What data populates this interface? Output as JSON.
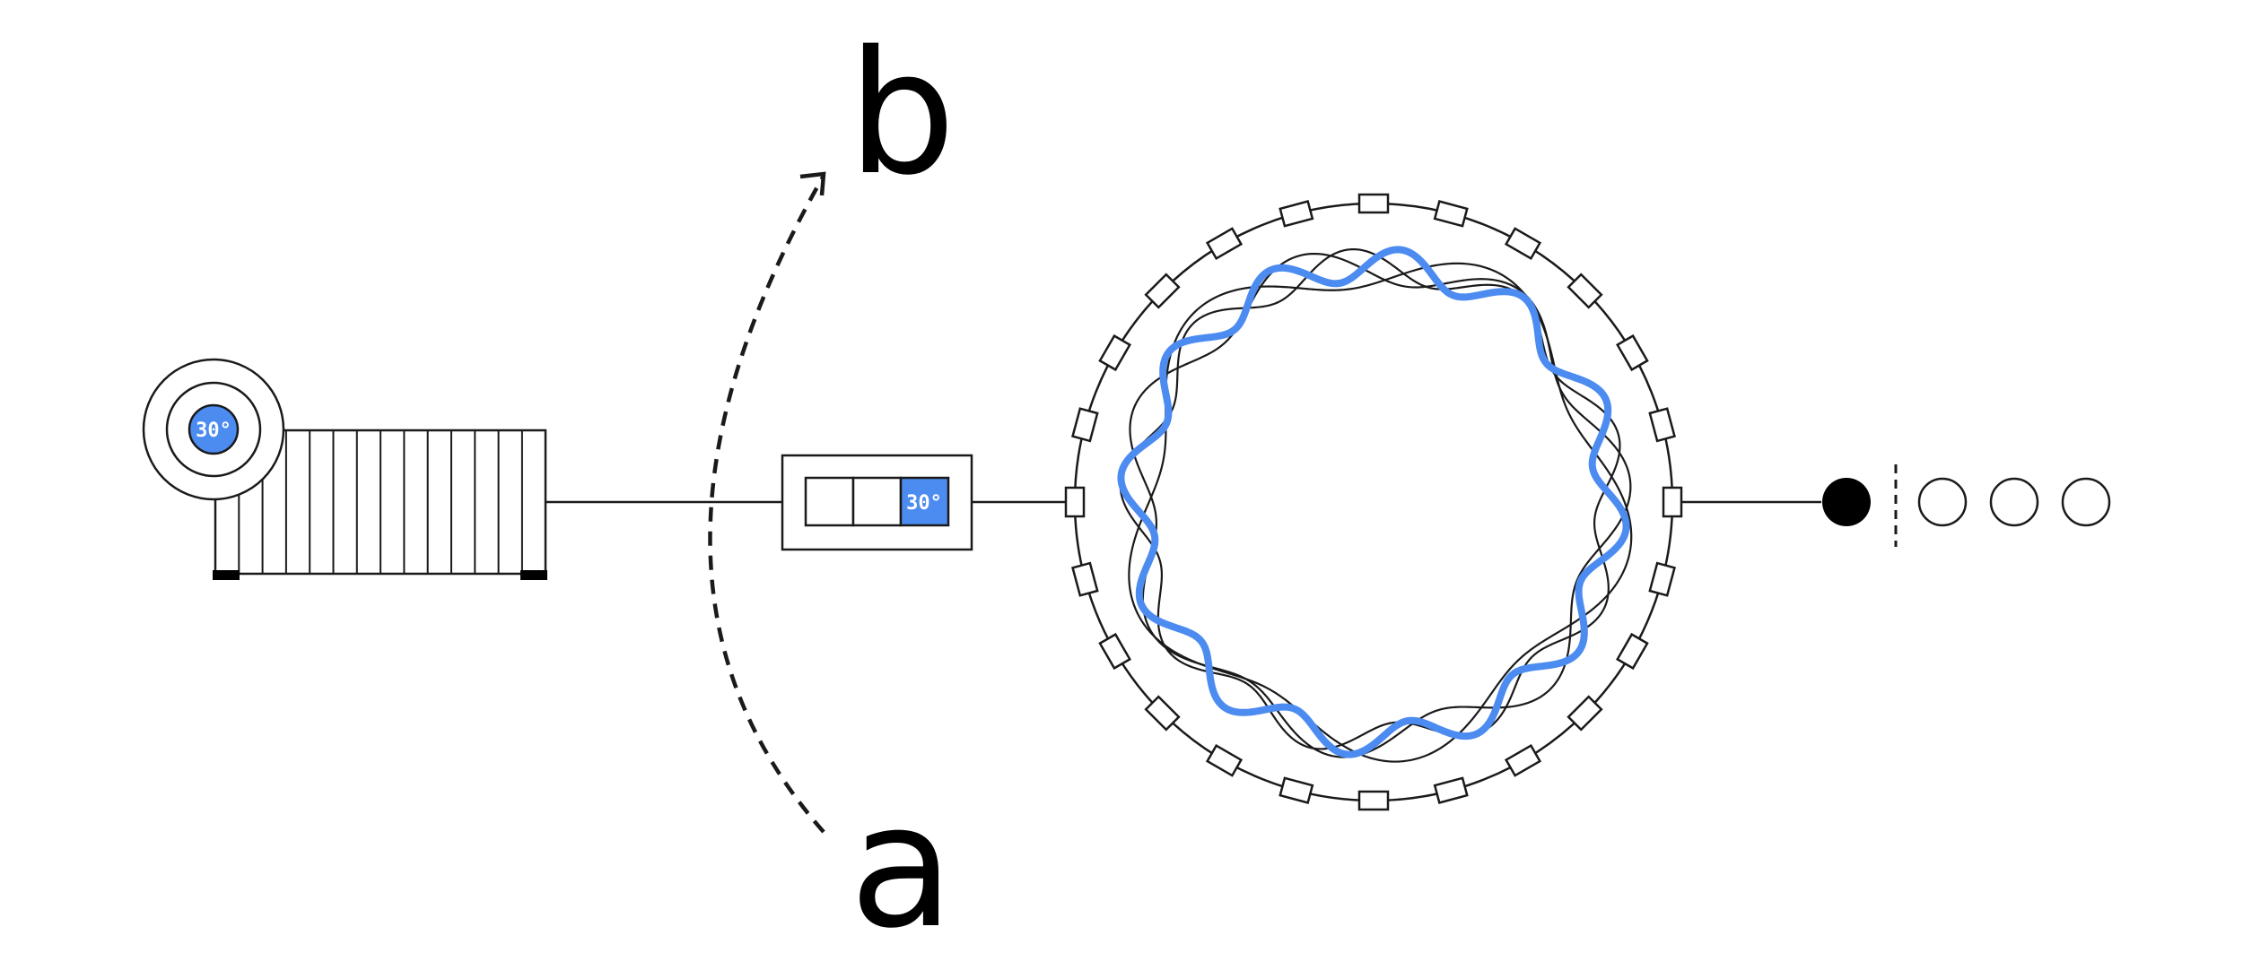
{
  "labels": {
    "top": "b",
    "bottom": "a"
  },
  "dial": {
    "value": "30°"
  },
  "selector": {
    "segments": 3,
    "active_index": 2,
    "active_value": "30°"
  },
  "ring": {
    "outer_tabs": 24,
    "wave_cycles_highlight": 12,
    "wave_cycles_black": [
      5,
      7,
      9
    ]
  },
  "indicators": {
    "filled": 1,
    "empty": 3
  },
  "colors": {
    "accent": "#4c8bf0",
    "ink": "#1a1a1a",
    "background": "#ffffff"
  }
}
